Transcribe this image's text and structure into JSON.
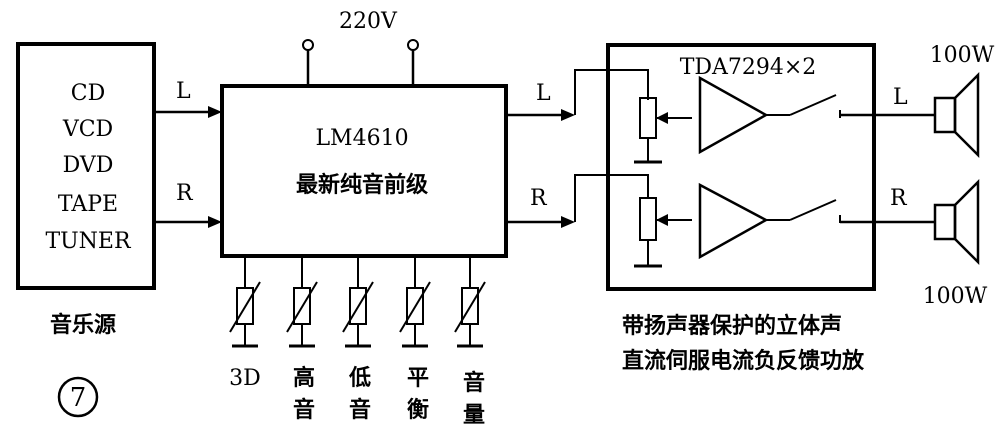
{
  "colors": {
    "ink": "#000000",
    "background": "#ffffff"
  },
  "power": {
    "label": "220V"
  },
  "source": {
    "lines": [
      "CD",
      "VCD",
      "DVD",
      "TAPE",
      "TUNER"
    ],
    "caption": "音乐源"
  },
  "channels": {
    "left": "L",
    "right": "R"
  },
  "preamp": {
    "model": "LM4610",
    "subtitle": "最新纯音前级"
  },
  "controls": [
    {
      "label_lines": [
        "3D"
      ]
    },
    {
      "label_lines": [
        "高",
        "音"
      ]
    },
    {
      "label_lines": [
        "低",
        "音"
      ]
    },
    {
      "label_lines": [
        "平",
        "衡"
      ]
    },
    {
      "label_lines": [
        "音",
        "量"
      ]
    }
  ],
  "amplifier": {
    "chip": "TDA7294×2",
    "caption_lines": [
      "带扬声器保护的立体声",
      "直流伺服电流负反馈功放"
    ]
  },
  "speakers": {
    "top_power": "100W",
    "bottom_power": "100W"
  },
  "figure_number": "7"
}
